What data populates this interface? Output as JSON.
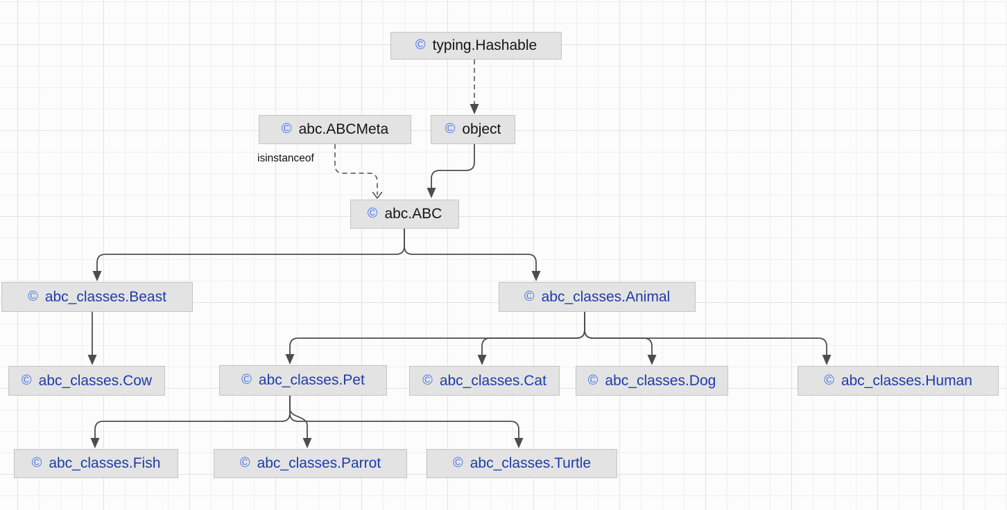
{
  "diagram": {
    "type": "class-hierarchy",
    "class_icon": "©",
    "edge_label_isinstanceof": "isinstanceof",
    "nodes": [
      {
        "label": "typing.Hashable",
        "kind": "builtin"
      },
      {
        "label": "abc.ABCMeta",
        "kind": "builtin"
      },
      {
        "label": "object",
        "kind": "builtin"
      },
      {
        "label": "abc.ABC",
        "kind": "builtin"
      },
      {
        "label": "abc_classes.Beast",
        "kind": "user"
      },
      {
        "label": "abc_classes.Animal",
        "kind": "user"
      },
      {
        "label": "abc_classes.Cow",
        "kind": "user"
      },
      {
        "label": "abc_classes.Pet",
        "kind": "user"
      },
      {
        "label": "abc_classes.Cat",
        "kind": "user"
      },
      {
        "label": "abc_classes.Dog",
        "kind": "user"
      },
      {
        "label": "abc_classes.Human",
        "kind": "user"
      },
      {
        "label": "abc_classes.Fish",
        "kind": "user"
      },
      {
        "label": "abc_classes.Parrot",
        "kind": "user"
      },
      {
        "label": "abc_classes.Turtle",
        "kind": "user"
      }
    ],
    "edges": [
      {
        "from": "typing.Hashable",
        "to": "object",
        "style": "dashed",
        "arrow": "filled",
        "label": ""
      },
      {
        "from": "abc.ABCMeta",
        "to": "abc.ABC",
        "style": "dashed",
        "arrow": "open",
        "label": "isinstanceof"
      },
      {
        "from": "object",
        "to": "abc.ABC",
        "style": "solid",
        "arrow": "filled",
        "label": ""
      },
      {
        "from": "abc.ABC",
        "to": "abc_classes.Beast",
        "style": "solid",
        "arrow": "filled",
        "label": ""
      },
      {
        "from": "abc.ABC",
        "to": "abc_classes.Animal",
        "style": "solid",
        "arrow": "filled",
        "label": ""
      },
      {
        "from": "abc_classes.Beast",
        "to": "abc_classes.Cow",
        "style": "solid",
        "arrow": "filled",
        "label": ""
      },
      {
        "from": "abc_classes.Animal",
        "to": "abc_classes.Pet",
        "style": "solid",
        "arrow": "filled",
        "label": ""
      },
      {
        "from": "abc_classes.Animal",
        "to": "abc_classes.Cat",
        "style": "solid",
        "arrow": "filled",
        "label": ""
      },
      {
        "from": "abc_classes.Animal",
        "to": "abc_classes.Dog",
        "style": "solid",
        "arrow": "filled",
        "label": ""
      },
      {
        "from": "abc_classes.Animal",
        "to": "abc_classes.Human",
        "style": "solid",
        "arrow": "filled",
        "label": ""
      },
      {
        "from": "abc_classes.Pet",
        "to": "abc_classes.Fish",
        "style": "solid",
        "arrow": "filled",
        "label": ""
      },
      {
        "from": "abc_classes.Pet",
        "to": "abc_classes.Parrot",
        "style": "solid",
        "arrow": "filled",
        "label": ""
      },
      {
        "from": "abc_classes.Pet",
        "to": "abc_classes.Turtle",
        "style": "solid",
        "arrow": "filled",
        "label": ""
      }
    ],
    "colors": {
      "background": "#fcfcfc",
      "grid_minor": "#efefef",
      "grid_major": "#e2e2e2",
      "node_fill": "#e3e3e3",
      "node_border": "#c3c3c3",
      "builtin_text": "#141414",
      "user_class_text": "#1e3ca8",
      "icon_blue": "#4876ea",
      "connector": "#4d4d4d"
    }
  }
}
